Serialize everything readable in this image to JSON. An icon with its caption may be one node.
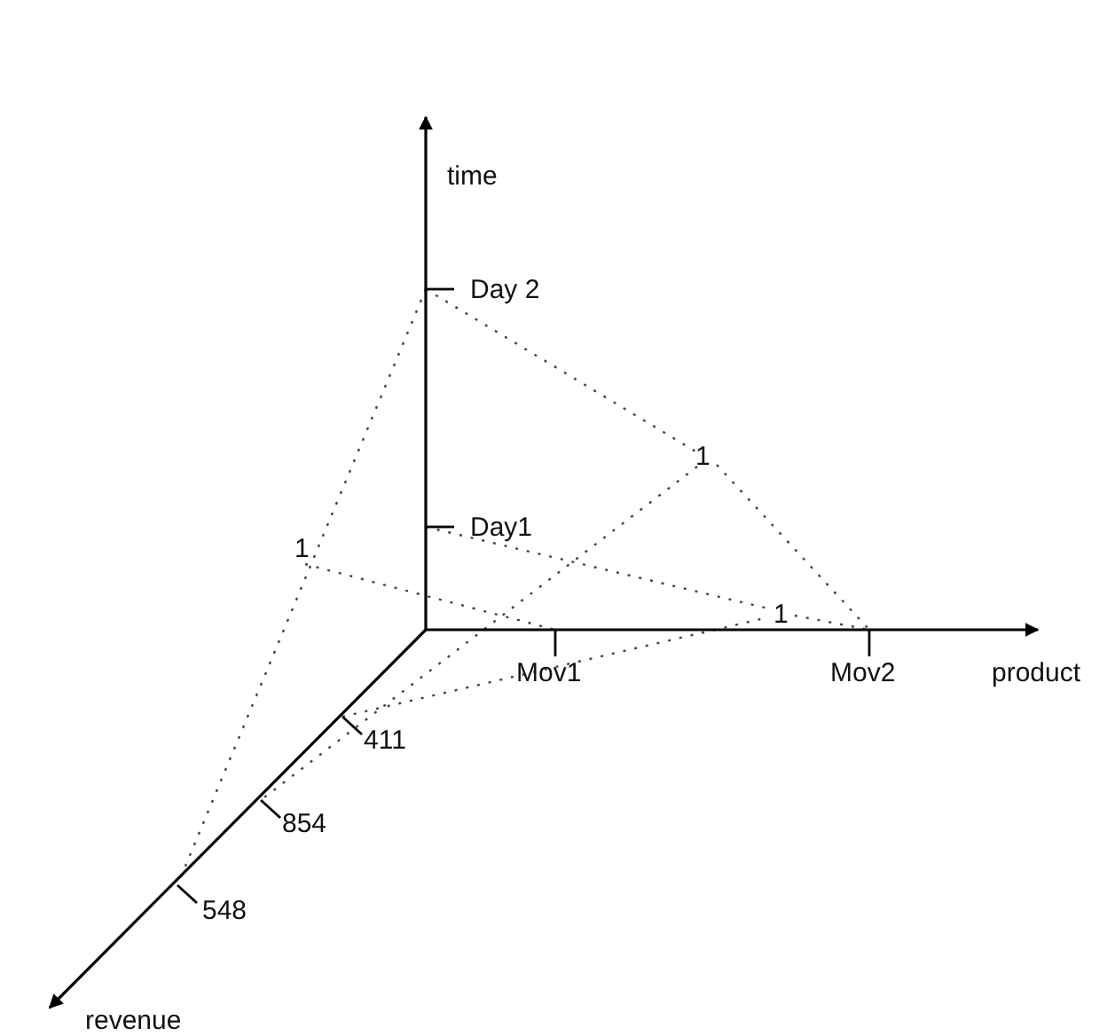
{
  "diagram": {
    "labels": [
      "time",
      "Day 2",
      "1",
      "Day1",
      "1",
      "1",
      "Mov1",
      "Mov2",
      "product",
      "411",
      "854",
      "548",
      "revenue"
    ]
  }
}
